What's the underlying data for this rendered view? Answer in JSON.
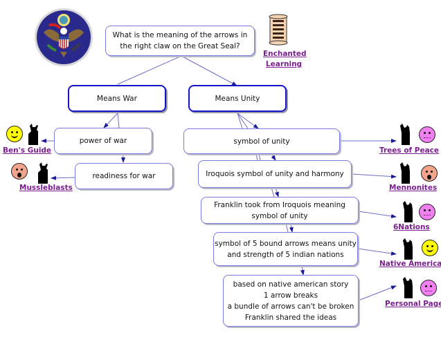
{
  "title": "What is the meaning of the arrows in the right claw on the Great Seal?",
  "question": {
    "lines": [
      "What is the meaning of the arrows in",
      "the right claw on the Great Seal?"
    ]
  },
  "header_link": {
    "lines": [
      "Enchanted",
      "Learning"
    ],
    "icon": "scroll-icon"
  },
  "seal_icon": "great-seal-icon",
  "branches": {
    "war": {
      "label": "Means War",
      "nodes": [
        {
          "lines": [
            "power of war"
          ]
        },
        {
          "lines": [
            "readiness for war"
          ]
        }
      ]
    },
    "unity": {
      "label": "Means Unity",
      "nodes": [
        {
          "lines": [
            "symbol of unity"
          ]
        },
        {
          "lines": [
            "Iroquois symbol of unity and harmony"
          ]
        },
        {
          "lines": [
            "Franklin took from Iroquois meaning",
            "symbol of unity"
          ]
        },
        {
          "lines": [
            "symbol of 5 bound arrows means unity",
            "and strength of 5 indian nations"
          ]
        },
        {
          "lines": [
            "based on native american story",
            "1 arrow breaks",
            "a bundle of arrows can't be broken",
            "Franklin shared the ideas"
          ]
        }
      ]
    }
  },
  "resources": [
    {
      "label": "Ben's Guide",
      "face": "happy",
      "color": "#ffff00"
    },
    {
      "label": "Mussleblasts",
      "face": "surprised",
      "color": "#f3a58c"
    },
    {
      "label": "Trees of Peace",
      "face": "neutral",
      "color": "#f07ff0"
    },
    {
      "label": "Mennonites",
      "face": "surprised",
      "color": "#f3a58c"
    },
    {
      "label": "6Nations",
      "face": "neutral",
      "color": "#f07ff0"
    },
    {
      "label": "Native American",
      "face": "happy",
      "color": "#ffff00"
    },
    {
      "label": "Personal Page",
      "face": "neutral",
      "color": "#f07ff0"
    }
  ],
  "colors": {
    "node_border": "#7b7be0",
    "strong_border": "#1515c8",
    "link_text": "#7a1f8e",
    "arrow": "#1a1a9a"
  }
}
